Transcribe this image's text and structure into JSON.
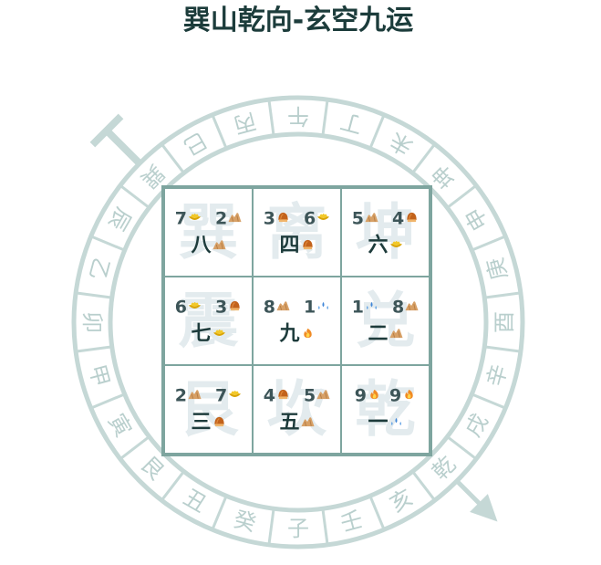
{
  "title": "巽山乾向-玄空九运",
  "colors": {
    "title": "#1c3c3b",
    "grid_border": "#7ea59f",
    "ring": "#c5d8d6",
    "ring_text": "#b9cfcd",
    "star_number": "#3d5558",
    "period_number": "#1d3b3b",
    "watermark": "#e3ebee"
  },
  "compass": {
    "mountain": "巽",
    "facing": "乾",
    "mountain_marker": "t-bar-marker",
    "facing_marker": "arrow-marker",
    "ring_labels": [
      "子",
      "癸",
      "丑",
      "艮",
      "寅",
      "甲",
      "卯",
      "乙",
      "辰",
      "巽",
      "巳",
      "丙",
      "午",
      "丁",
      "未",
      "坤",
      "申",
      "庚",
      "酉",
      "辛",
      "戌",
      "乾",
      "亥",
      "壬"
    ]
  },
  "elements": {
    "metal": {
      "icon": "gold-ingot-icon",
      "ref": "#icon-metal",
      "color": "#e2b00f"
    },
    "earth": {
      "icon": "mountain-icon",
      "ref": "#icon-earth",
      "color": "#d8a067"
    },
    "wood": {
      "icon": "hut-icon",
      "ref": "#icon-wood",
      "color": "#c2621b"
    },
    "water": {
      "icon": "water-drops-icon",
      "ref": "#icon-water",
      "color": "#4f93e0"
    },
    "fire": {
      "icon": "flame-icon",
      "ref": "#icon-fire",
      "color": "#f08a24"
    }
  },
  "grid": {
    "cells": [
      {
        "palace": "巽",
        "mountain_star": {
          "num": "7",
          "element": "metal",
          "icon": "#icon-metal"
        },
        "facing_star": {
          "num": "2",
          "element": "earth",
          "icon": "#icon-earth"
        },
        "period": {
          "label": "八",
          "element": "earth",
          "icon": "#icon-earth"
        }
      },
      {
        "palace": "离",
        "mountain_star": {
          "num": "3",
          "element": "wood",
          "icon": "#icon-wood"
        },
        "facing_star": {
          "num": "6",
          "element": "metal",
          "icon": "#icon-metal"
        },
        "period": {
          "label": "四",
          "element": "wood",
          "icon": "#icon-wood"
        }
      },
      {
        "palace": "坤",
        "mountain_star": {
          "num": "5",
          "element": "earth",
          "icon": "#icon-earth"
        },
        "facing_star": {
          "num": "4",
          "element": "wood",
          "icon": "#icon-wood"
        },
        "period": {
          "label": "六",
          "element": "metal",
          "icon": "#icon-metal"
        }
      },
      {
        "palace": "震",
        "mountain_star": {
          "num": "6",
          "element": "metal",
          "icon": "#icon-metal"
        },
        "facing_star": {
          "num": "3",
          "element": "wood",
          "icon": "#icon-wood"
        },
        "period": {
          "label": "七",
          "element": "metal",
          "icon": "#icon-metal"
        }
      },
      {
        "palace": "",
        "mountain_star": {
          "num": "8",
          "element": "earth",
          "icon": "#icon-earth"
        },
        "facing_star": {
          "num": "1",
          "element": "water",
          "icon": "#icon-water"
        },
        "period": {
          "label": "九",
          "element": "fire",
          "icon": "#icon-fire"
        }
      },
      {
        "palace": "兑",
        "mountain_star": {
          "num": "1",
          "element": "water",
          "icon": "#icon-water"
        },
        "facing_star": {
          "num": "8",
          "element": "earth",
          "icon": "#icon-earth"
        },
        "period": {
          "label": "二",
          "element": "earth",
          "icon": "#icon-earth"
        }
      },
      {
        "palace": "艮",
        "mountain_star": {
          "num": "2",
          "element": "earth",
          "icon": "#icon-earth"
        },
        "facing_star": {
          "num": "7",
          "element": "metal",
          "icon": "#icon-metal"
        },
        "period": {
          "label": "三",
          "element": "wood",
          "icon": "#icon-wood"
        }
      },
      {
        "palace": "坎",
        "mountain_star": {
          "num": "4",
          "element": "wood",
          "icon": "#icon-wood"
        },
        "facing_star": {
          "num": "5",
          "element": "earth",
          "icon": "#icon-earth"
        },
        "period": {
          "label": "五",
          "element": "earth",
          "icon": "#icon-earth"
        }
      },
      {
        "palace": "乾",
        "mountain_star": {
          "num": "9",
          "element": "fire",
          "icon": "#icon-fire"
        },
        "facing_star": {
          "num": "9",
          "element": "fire",
          "icon": "#icon-fire"
        },
        "period": {
          "label": "一",
          "element": "water",
          "icon": "#icon-water"
        }
      }
    ]
  }
}
